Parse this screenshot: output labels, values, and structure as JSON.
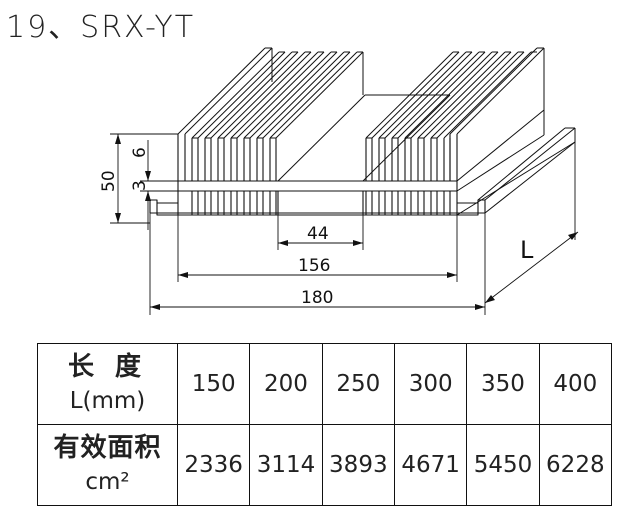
{
  "title": "19、SRX-YT",
  "dimensions": {
    "height": "50",
    "fin_gap": "6",
    "base": "3",
    "center_gap": "44",
    "inner_width": "156",
    "total_width": "180",
    "length": "L"
  },
  "table": {
    "row1": {
      "header_cn": "长  度",
      "header_en": "L(mm)",
      "values": [
        "150",
        "200",
        "250",
        "300",
        "350",
        "400"
      ]
    },
    "row2": {
      "header_cn": "有效面积",
      "header_en": "cm²",
      "values": [
        "2336",
        "3114",
        "3893",
        "4671",
        "5450",
        "6228"
      ]
    }
  }
}
